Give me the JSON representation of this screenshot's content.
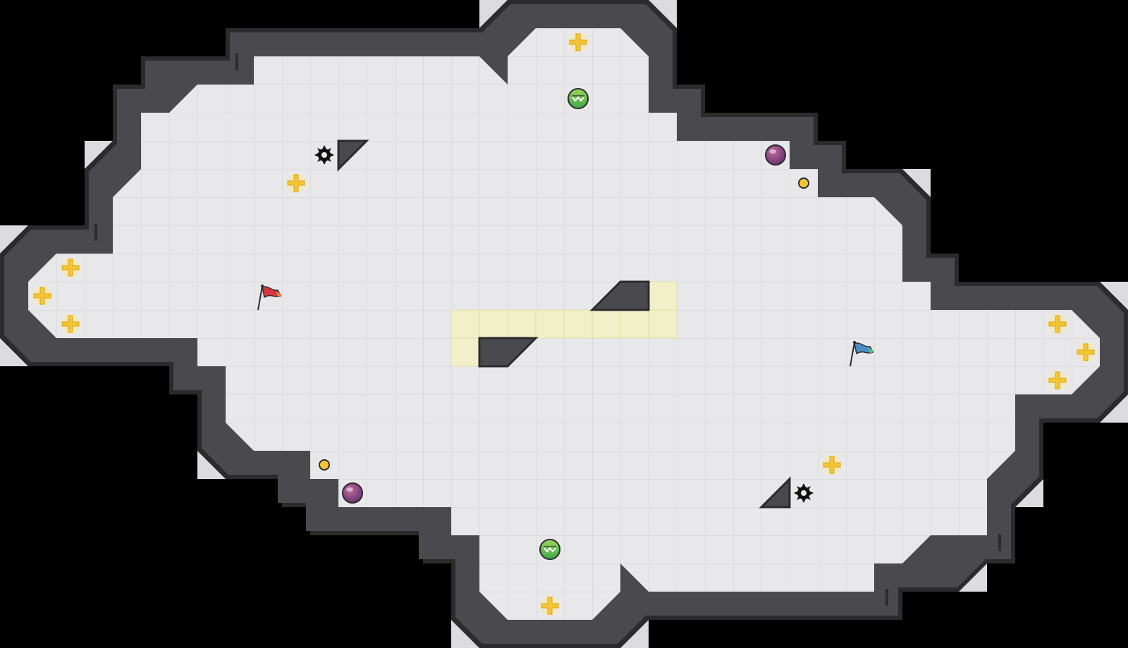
{
  "map": {
    "name": "",
    "theme": {
      "background": "#000000",
      "floor": "#e8e8ea",
      "grid_line": "#d4d4d8",
      "wall": "#4a4a4e",
      "wall_edge": "#2b2b2e",
      "corner_fill": "#d9d9dc",
      "boost_tiles": "#f2f0c8",
      "red_team": "#d9363e",
      "blue_team": "#4a90c8"
    },
    "entities": {
      "flags": [
        {
          "team": "red",
          "icon": "red-flag-icon"
        },
        {
          "team": "blue",
          "icon": "blue-flag-icon"
        }
      ],
      "team_bombs_count": 10,
      "powerups_count": 2,
      "boosts_count": 2,
      "spikes_count": 2,
      "buttons_count": 2
    }
  }
}
